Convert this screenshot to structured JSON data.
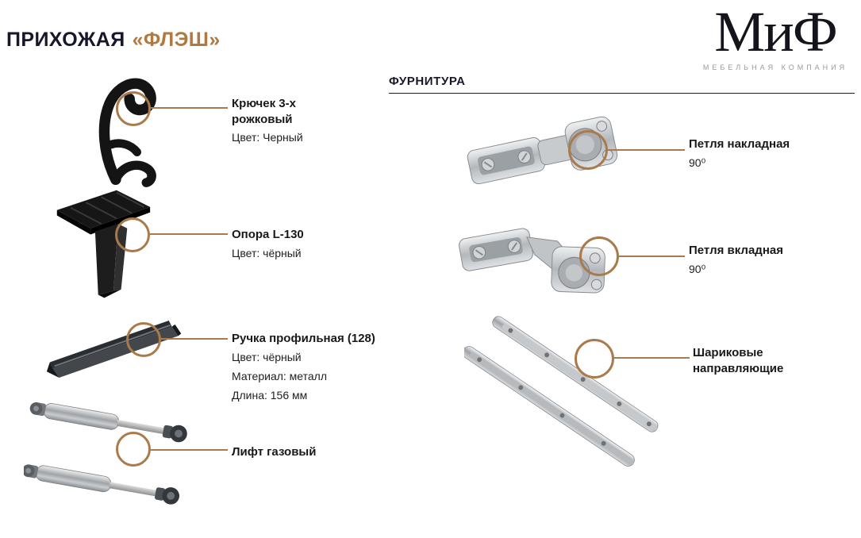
{
  "colors": {
    "accent": "#b0793f",
    "callout": "#a97b4c"
  },
  "header": {
    "title_prefix": "ПРИХОЖАЯ",
    "title_accent": "«ФЛЭШ»"
  },
  "logo": {
    "wordmark": "МиФ",
    "subtitle": "МЕБЕЛЬНАЯ КОМПАНИЯ"
  },
  "section": {
    "title": "ФУРНИТУРА"
  },
  "items": {
    "hook": {
      "title": "Крючек 3-х рожковый",
      "detail_1": "Цвет: Черный"
    },
    "leg": {
      "title": "Опора L-130",
      "detail_1": "Цвет: чёрный"
    },
    "handle": {
      "title": "Ручка профильная (128)",
      "detail_1": "Цвет: чёрный",
      "detail_2": "Материал: металл",
      "detail_3": "Длина: 156 мм"
    },
    "gas_lift": {
      "title": "Лифт газовый"
    },
    "hinge_overlay": {
      "title": "Петля накладная",
      "detail_1": "90⁰"
    },
    "hinge_inset": {
      "title": "Петля вкладная",
      "detail_1": "90⁰"
    },
    "slides": {
      "title": "Шариковые направляющие"
    }
  }
}
